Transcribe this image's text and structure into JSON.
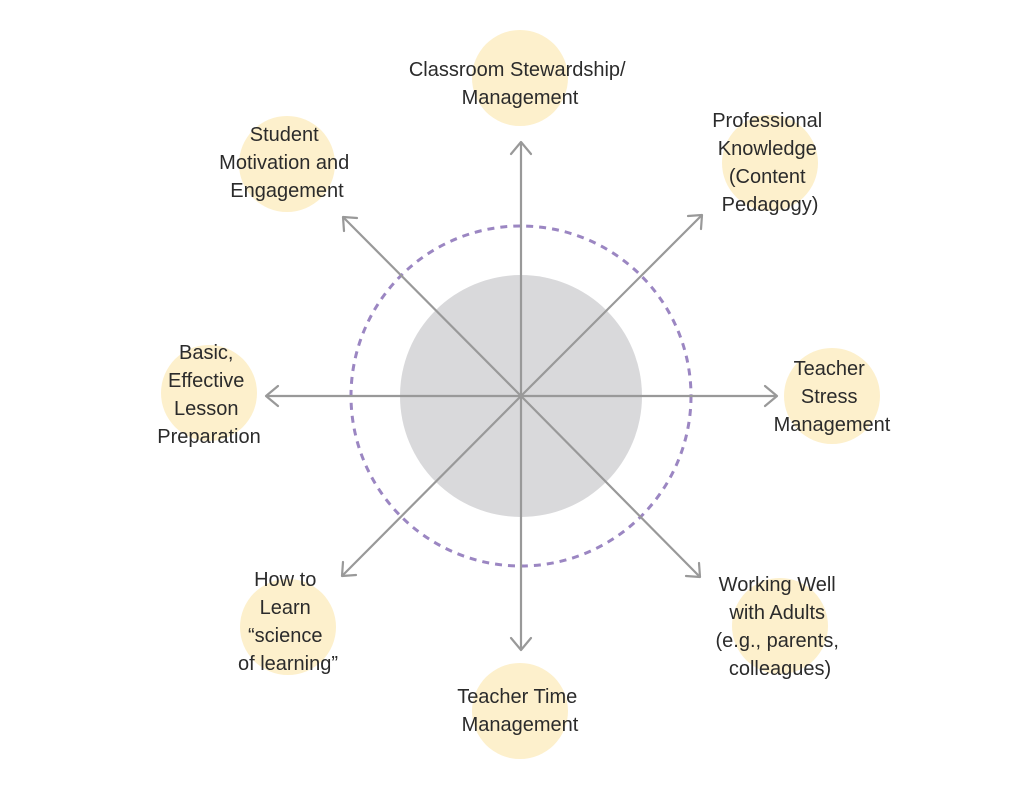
{
  "colors": {
    "center_fill": "#d9d9db",
    "dashed_ring": "#9b86c2",
    "spoke": "#999999",
    "bubble": "#fdf0cc",
    "text": "#2b2b2b"
  },
  "nodes": [
    {
      "id": "classroom",
      "label_lines": [
        "Classroom Stewardship/",
        "Management"
      ]
    },
    {
      "id": "professional",
      "label_lines": [
        "Professional",
        "Knowledge",
        "(Content",
        "Pedagogy)"
      ]
    },
    {
      "id": "stress",
      "label_lines": [
        "Teacher",
        "Stress",
        "Management"
      ]
    },
    {
      "id": "adults",
      "label_lines": [
        "Working Well",
        "with Adults",
        "(e.g., parents,",
        "colleagues)"
      ]
    },
    {
      "id": "time",
      "label_lines": [
        "Teacher Time",
        "Management"
      ]
    },
    {
      "id": "learn",
      "label_lines": [
        "How to",
        "Learn",
        "“science",
        "of learning”"
      ]
    },
    {
      "id": "lesson",
      "label_lines": [
        "Basic,",
        "Effective",
        "Lesson",
        "Preparation"
      ]
    },
    {
      "id": "motivation",
      "label_lines": [
        "Student",
        "Motivation and",
        "Engagement"
      ]
    }
  ]
}
